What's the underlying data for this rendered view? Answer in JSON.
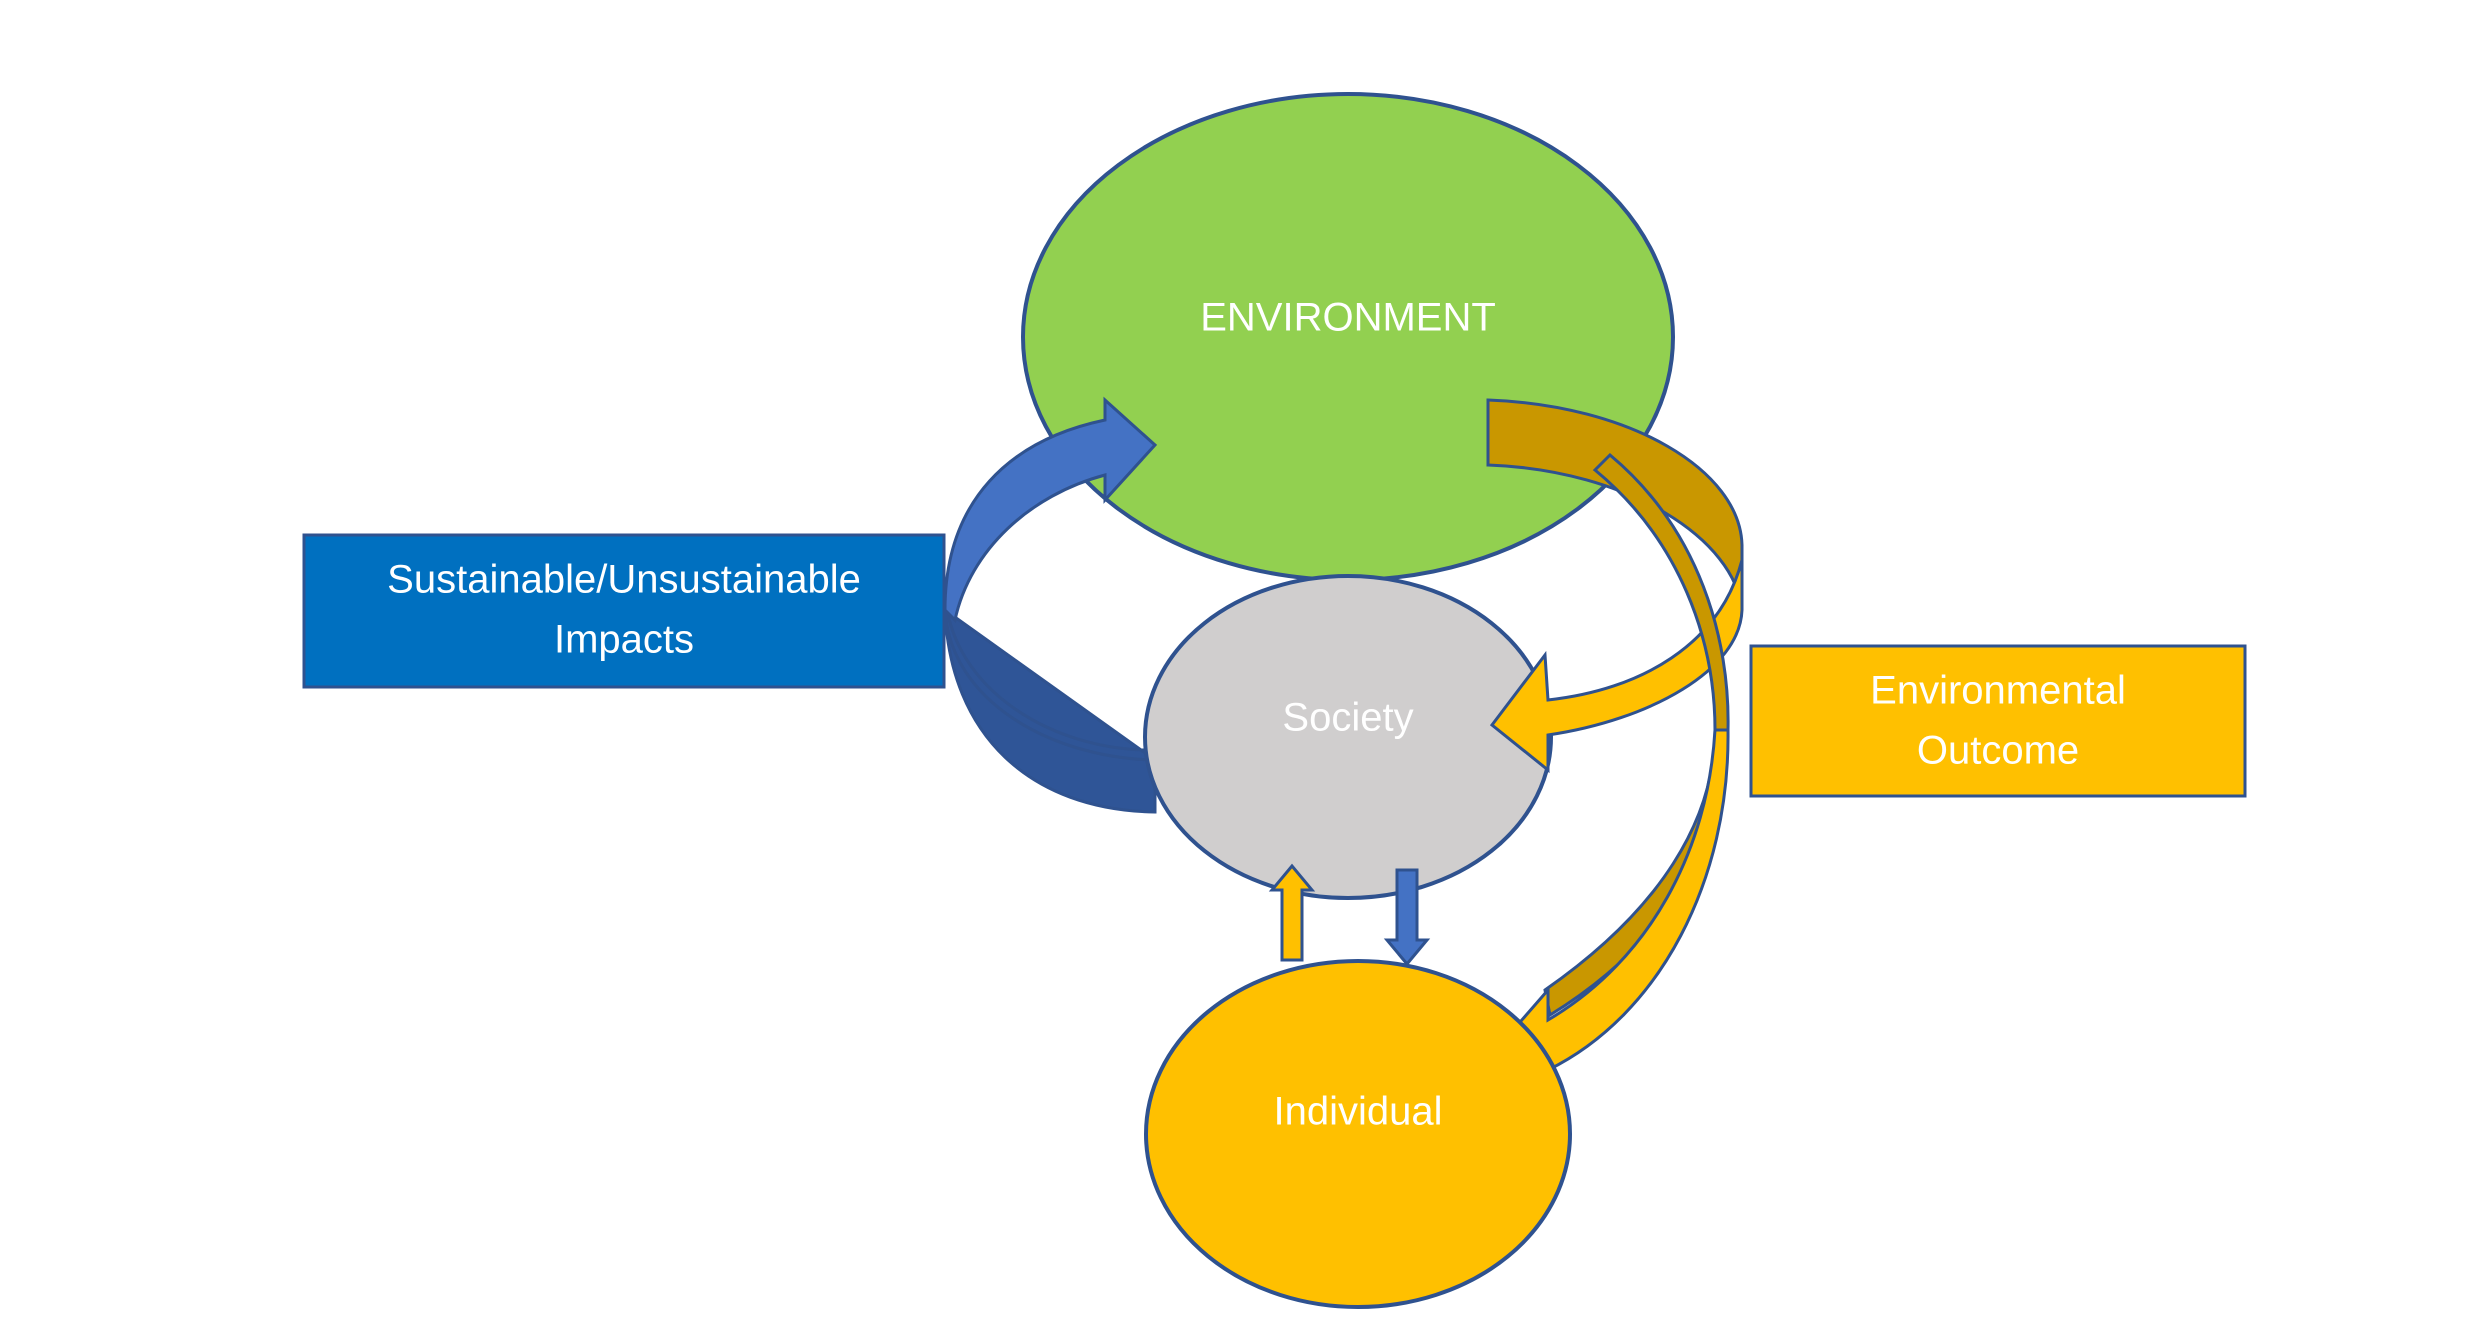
{
  "nodes": {
    "environment": "ENVIRONMENT",
    "society": "Society",
    "individual": "Individual"
  },
  "boxes": {
    "impacts": {
      "line1": "Sustainable/Unsustainable",
      "line2": "Impacts"
    },
    "outcome": {
      "line1": "Environmental",
      "line2": "Outcome"
    }
  },
  "colors": {
    "environment_fill": "#92D050",
    "society_fill": "#D0CECE",
    "individual_fill": "#FFC000",
    "impacts_box": "#0070C0",
    "outcome_box": "#FFC000",
    "blue_arrow": "#4472C4",
    "blue_arrow_dark": "#2F5597",
    "gold_arrow": "#FFC000",
    "gold_arrow_dark": "#C99700",
    "outline": "#2F528F"
  }
}
